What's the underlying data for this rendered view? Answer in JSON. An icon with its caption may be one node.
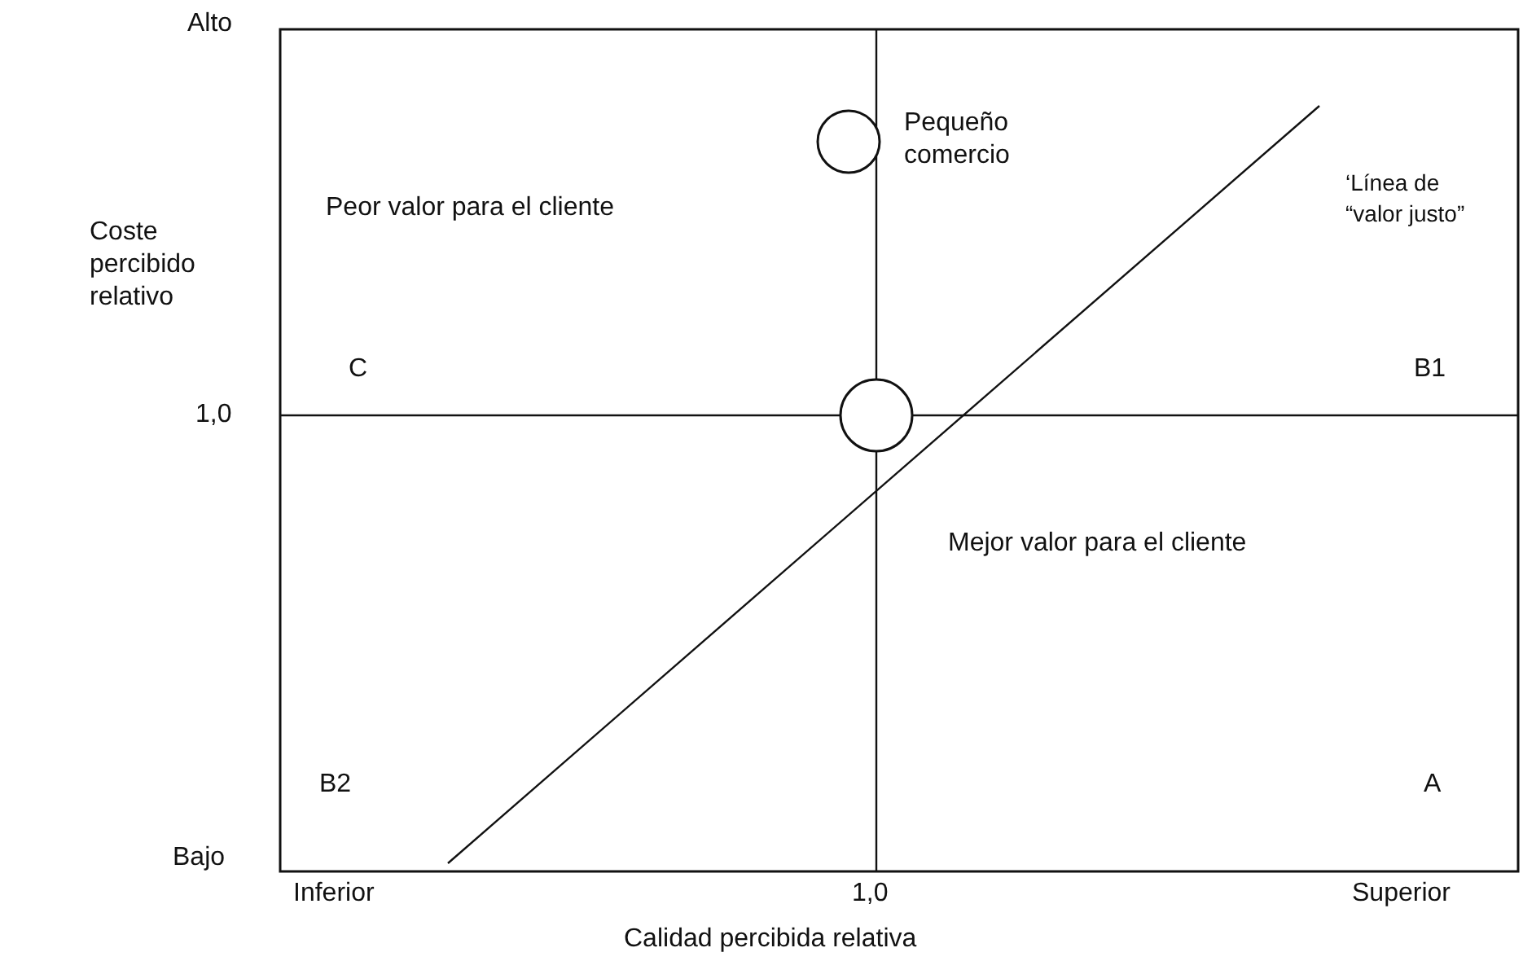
{
  "diagram": {
    "nodes": [
      {
        "text": [],
        "shape": "circle",
        "beside": [
          "Pequeño comercio"
        ]
      },
      {
        "text": [],
        "shape": "circle"
      }
    ],
    "labels": [
      "Alto",
      "Coste percibido relativo",
      "Peor valor para el cliente",
      "‘Línea de “valor justo”",
      "C",
      "B1",
      "1,0",
      "Mejor valor para el cliente",
      "B2",
      "A",
      "Bajo",
      "Inferior",
      "1,0",
      "Superior",
      "Calidad percibida relativa"
    ]
  }
}
